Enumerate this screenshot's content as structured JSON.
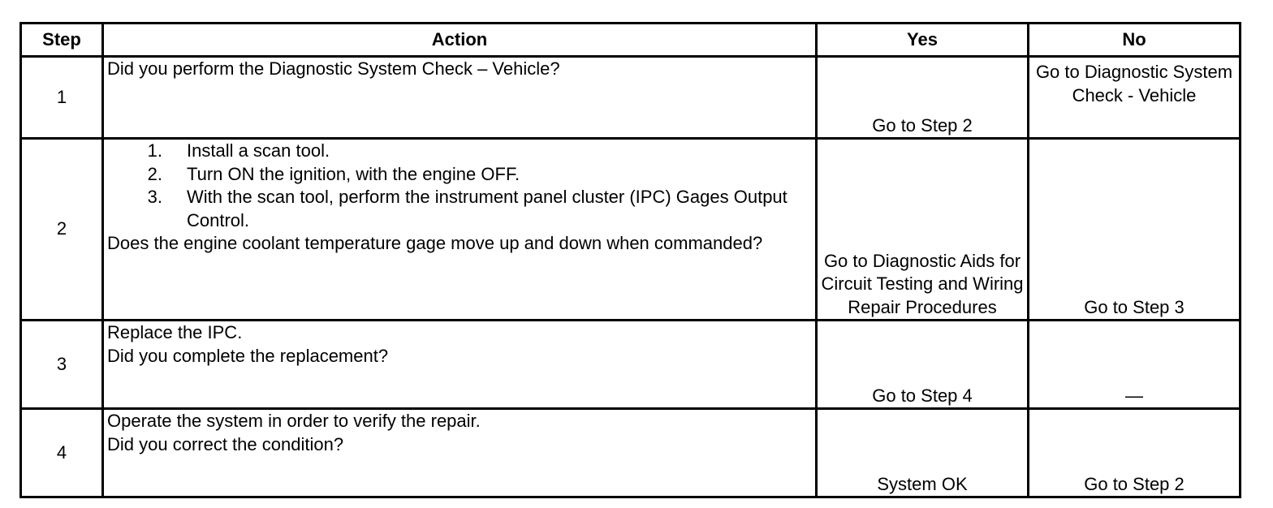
{
  "table": {
    "headers": {
      "step": "Step",
      "action": "Action",
      "yes": "Yes",
      "no": "No"
    },
    "rows": [
      {
        "step": "1",
        "action_intro": "Did you perform the Diagnostic System Check – Vehicle?",
        "yes": "Go to Step 2",
        "no": "Go to Diagnostic System Check - Vehicle"
      },
      {
        "step": "2",
        "substeps": [
          {
            "num": "1.",
            "text": "Install a scan tool."
          },
          {
            "num": "2.",
            "text": "Turn ON the ignition, with the engine OFF."
          },
          {
            "num": "3.",
            "text": "With the scan tool, perform the instrument panel cluster (IPC) Gages Output Control."
          }
        ],
        "question": "Does the engine coolant temperature gage move up and down when commanded?",
        "yes": "Go to Diagnostic Aids for Circuit Testing and Wiring Repair Procedures",
        "no": "Go to Step 3"
      },
      {
        "step": "3",
        "action_intro": "Replace the IPC.",
        "question": "Did you complete the replacement?",
        "yes": "Go to Step 4",
        "no": "—"
      },
      {
        "step": "4",
        "action_intro": "Operate the system in order to verify the repair.",
        "question": "Did you correct the condition?",
        "yes": "System OK",
        "no": "Go to Step 2"
      }
    ]
  }
}
